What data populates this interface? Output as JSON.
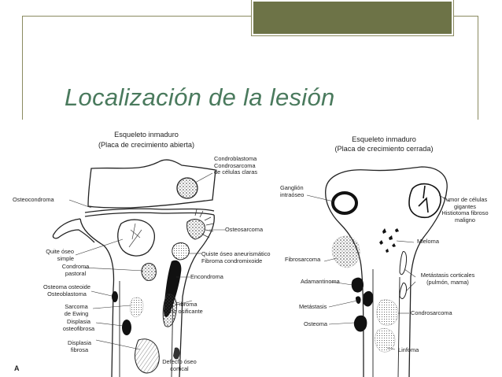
{
  "slide": {
    "title": "Localización de la lesión",
    "colors": {
      "title": "#4a7a5d",
      "tab": "#6d7347",
      "frame": "#8a8a60"
    }
  },
  "figure": {
    "panel_letter": "A",
    "left": {
      "heading": "Esqueleto inmaduro",
      "subheading": "(Placa de crecimiento abierta)",
      "labels": {
        "condroblastoma": "Condroblastoma\nCondrosarcoma\nde células claras",
        "osteocondroma": "Osteocondroma",
        "osteosarcoma": "Osteosarcoma",
        "quiste_oseo_simple": "Quite óseo\nsimple",
        "quiste_aneurismatico": "Quiste óseo aneurismático\nFibroma condromixoide",
        "condroma_pastoral": "Condroma\npastoral",
        "encondroma": "Encondroma",
        "osteoma_osteoide": "Osteoma osteoide\nOsteoblastoma",
        "sarcoma_ewing": "Sarcoma\nde Ewing",
        "fibroma_no_osificante": "Fibroma\nno osificante",
        "displasia_osteofibrosa": "Displasia\nosteofibrosa",
        "displasia_fibrosa": "Displasia\nfibrosa",
        "defecto_oseo_cortical": "Defecto óseo\ncortical"
      }
    },
    "right": {
      "heading": "Esqueleto inmaduro",
      "subheading": "(Placa de crecimiento cerrada)",
      "labels": {
        "ganglion": "Ganglión\nintraóseo",
        "tumor_celulas_gigantes": "Tumor de células\ngigantes\nHistiotoma fibroso\nmaligno",
        "mieloma": "Mieloma",
        "fibrosarcoma": "Fibrosarcoma",
        "metastasis_corticales": "Metástasis corticales\n(pulmón, mama)",
        "adamantinoma": "Adamantinoma",
        "metastasis": "Metástasis",
        "condrosarcoma": "Condrosarcoma",
        "osteoma": "Osteoma",
        "linfoma": "Linfoma"
      }
    }
  }
}
